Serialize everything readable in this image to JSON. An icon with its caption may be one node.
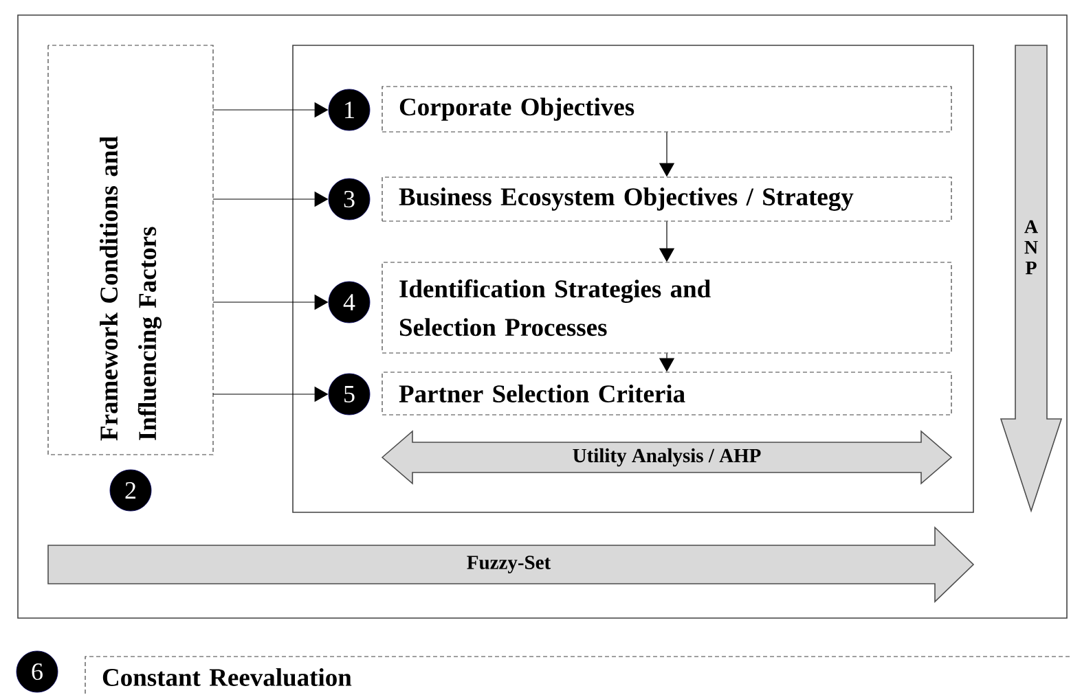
{
  "diagram": {
    "nodes": [
      {
        "text": [],
        "shape": "box"
      },
      {
        "text": [
          "Framework Conditions and Influencing Factors"
        ],
        "in": 0
      },
      {
        "text": [
          "2"
        ],
        "in": 0
      },
      {
        "text": [],
        "shape": "box",
        "in": 0
      },
      {
        "text": [
          "1"
        ],
        "in": 3
      },
      {
        "text": [
          "Corporate Objectives"
        ],
        "in": 3
      },
      {
        "text": [
          "3"
        ],
        "in": 3
      },
      {
        "text": [
          "Business Ecosystem Objectives / Strategy"
        ],
        "in": 3
      },
      {
        "text": [
          "4"
        ],
        "in": 3
      },
      {
        "text": [
          "Identification Strategies and Selection Processes"
        ],
        "in": 3
      },
      {
        "text": [
          "5"
        ],
        "in": 3
      },
      {
        "text": [
          "Partner Selection Criteria"
        ],
        "in": 3
      },
      {
        "text": [
          "Utility Analysis / AHP"
        ],
        "in": 3
      },
      {
        "text": [
          "A N P"
        ],
        "in": 0
      },
      {
        "text": [
          "Fuzzy-Set"
        ],
        "in": 0
      },
      {
        "text": [
          "6"
        ]
      },
      {
        "text": [
          "Constant Reevaluation"
        ]
      }
    ],
    "edges": [
      {
        "from": 1,
        "to": 4,
        "arrow": "to"
      },
      {
        "from": 1,
        "to": 6,
        "arrow": "to"
      },
      {
        "from": 1,
        "to": 8,
        "arrow": "to"
      },
      {
        "from": 1,
        "to": 10,
        "arrow": "to"
      },
      {
        "from": 5,
        "to": 7,
        "arrow": "to"
      },
      {
        "from": 7,
        "to": 9,
        "arrow": "to"
      },
      {
        "from": 9,
        "to": 11,
        "arrow": "to"
      }
    ]
  }
}
